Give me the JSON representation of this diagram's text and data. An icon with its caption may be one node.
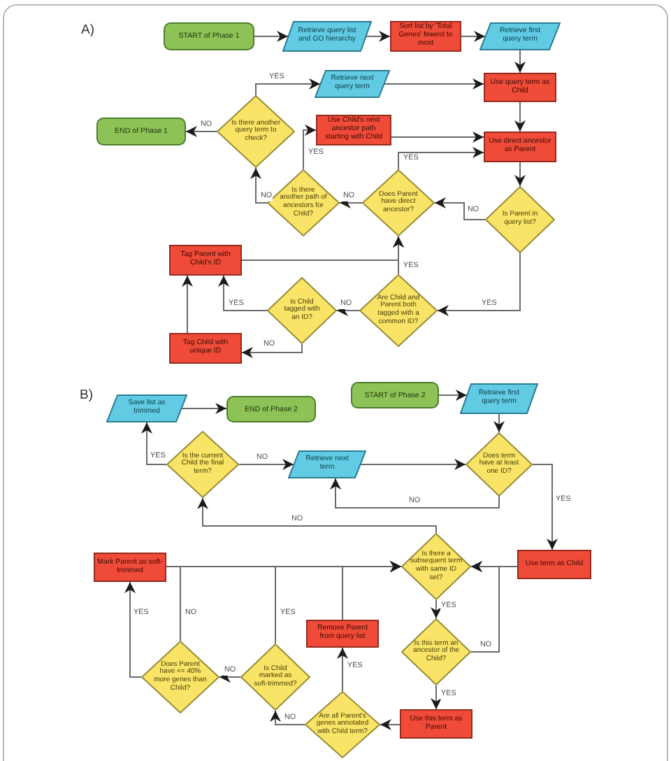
{
  "diagram": {
    "nodes": [
      {
        "text": [
          "START of Phase 1"
        ]
      },
      {
        "text": [
          "Retrieve query list and GO hierarchy"
        ]
      },
      {
        "text": [
          "Sort list by 'Total Genes' fewest to most"
        ]
      },
      {
        "text": [
          "Retrieve first query term"
        ]
      },
      {
        "text": [
          "Retrieve next query term"
        ]
      },
      {
        "text": [
          "Use query term as Child"
        ]
      },
      {
        "text": [
          "Is there another query term to check?"
        ]
      },
      {
        "text": [
          "END of Phase 1"
        ]
      },
      {
        "text": [
          "Use Child's next ancestor path starting with Child"
        ]
      },
      {
        "text": [
          "Use direct ancestor as Parent"
        ]
      },
      {
        "text": [
          "Is there another path of ancestors for Child?"
        ]
      },
      {
        "text": [
          "Does Parent have direct ancestor?"
        ]
      },
      {
        "text": [
          "Is Parent in query list?"
        ]
      },
      {
        "text": [
          "Tag Parent with Child's ID"
        ]
      },
      {
        "text": [
          "Is Child tagged with an ID?"
        ]
      },
      {
        "text": [
          "Are Child and Parent both tagged with a common ID?"
        ]
      },
      {
        "text": [
          "Tag Child with unique ID"
        ]
      },
      {
        "text": [
          "Save list as trimmed"
        ]
      },
      {
        "text": [
          "END of Phase 2"
        ]
      },
      {
        "text": [
          "START of Phase 2"
        ]
      },
      {
        "text": [
          "Retrieve first query term"
        ]
      },
      {
        "text": [
          "Is the current Child the final term?"
        ]
      },
      {
        "text": [
          "Retrieve next term"
        ]
      },
      {
        "text": [
          "Does term have at least one ID?"
        ]
      },
      {
        "text": [
          "Mark Parent as soft-trimmed"
        ]
      },
      {
        "text": [
          "Is there a subsequent term with same ID set?"
        ]
      },
      {
        "text": [
          "Use term as Child"
        ]
      },
      {
        "text": [
          "Remove Parent from query list"
        ]
      },
      {
        "text": [
          "Is this term an ancestor of the Child?"
        ]
      },
      {
        "text": [
          "Is Child marked as soft-trimmed?"
        ]
      },
      {
        "text": [
          "Does Parent have <= 40% more genes than Child?"
        ]
      },
      {
        "text": [
          "Use this term as Parent"
        ]
      },
      {
        "text": [
          "Are all Parent's genes annotated with Child term?"
        ]
      }
    ],
    "edges": [
      {
        "from": 0,
        "to": 1,
        "arrow": "to"
      },
      {
        "from": 1,
        "to": 2,
        "arrow": "to"
      },
      {
        "from": 2,
        "to": 3,
        "arrow": "to"
      },
      {
        "from": 3,
        "to": 5,
        "arrow": "to"
      },
      {
        "from": 4,
        "to": 5,
        "arrow": "to"
      },
      {
        "from": 6,
        "to": 4,
        "arrow": "to",
        "label": "YES"
      },
      {
        "from": 6,
        "to": 7,
        "arrow": "to",
        "label": "NO"
      },
      {
        "from": 5,
        "to": 9,
        "arrow": "to"
      },
      {
        "from": 8,
        "to": 9,
        "arrow": "to"
      },
      {
        "from": 10,
        "to": 8,
        "arrow": "to",
        "label": "YES"
      },
      {
        "from": 10,
        "to": 6,
        "arrow": "to",
        "label": "NO"
      },
      {
        "from": 11,
        "to": 9,
        "arrow": "to",
        "label": "YES"
      },
      {
        "from": 11,
        "to": 10,
        "arrow": "to",
        "label": "NO"
      },
      {
        "from": 9,
        "to": 12,
        "arrow": "to"
      },
      {
        "from": 12,
        "to": 11,
        "arrow": "to",
        "label": "NO"
      },
      {
        "from": 12,
        "to": 15,
        "arrow": "to",
        "label": "YES"
      },
      {
        "from": 15,
        "to": 11,
        "arrow": "to",
        "label": "YES"
      },
      {
        "from": 13,
        "to": 11,
        "arrow": "to"
      },
      {
        "from": 15,
        "to": 14,
        "arrow": "to",
        "label": "NO"
      },
      {
        "from": 14,
        "to": 13,
        "arrow": "to",
        "label": "YES"
      },
      {
        "from": 14,
        "to": 16,
        "arrow": "to",
        "label": "NO"
      },
      {
        "from": 16,
        "to": 13,
        "arrow": "to"
      },
      {
        "from": 19,
        "to": 20,
        "arrow": "to"
      },
      {
        "from": 17,
        "to": 18,
        "arrow": "to"
      },
      {
        "from": 20,
        "to": 23,
        "arrow": "to"
      },
      {
        "from": 21,
        "to": 17,
        "arrow": "to",
        "label": "YES"
      },
      {
        "from": 21,
        "to": 22,
        "arrow": "to",
        "label": "NO"
      },
      {
        "from": 22,
        "to": 23,
        "arrow": "to"
      },
      {
        "from": 23,
        "to": 22,
        "arrow": "to",
        "label": "NO"
      },
      {
        "from": 23,
        "to": 26,
        "arrow": "to",
        "label": "YES"
      },
      {
        "from": 25,
        "to": 21,
        "arrow": "to",
        "label": "NO"
      },
      {
        "from": 26,
        "to": 25,
        "arrow": "to"
      },
      {
        "from": 24,
        "to": 25,
        "arrow": "to"
      },
      {
        "from": 27,
        "to": 25,
        "arrow": "to"
      },
      {
        "from": 29,
        "to": 25,
        "arrow": "to",
        "label": "YES"
      },
      {
        "from": 30,
        "to": 25,
        "arrow": "to",
        "label": "NO"
      },
      {
        "from": 30,
        "to": 24,
        "arrow": "to",
        "label": "YES"
      },
      {
        "from": 29,
        "to": 30,
        "arrow": "to",
        "label": "NO"
      },
      {
        "from": 25,
        "to": 28,
        "arrow": "to",
        "label": "YES"
      },
      {
        "from": 28,
        "to": 25,
        "arrow": "to",
        "label": "NO"
      },
      {
        "from": 28,
        "to": 31,
        "arrow": "to",
        "label": "YES"
      },
      {
        "from": 31,
        "to": 32,
        "arrow": "to"
      },
      {
        "from": 32,
        "to": 27,
        "arrow": "to",
        "label": "YES"
      },
      {
        "from": 32,
        "to": 29,
        "arrow": "to",
        "label": "NO"
      }
    ],
    "labels": [
      "A)",
      "B)"
    ]
  }
}
